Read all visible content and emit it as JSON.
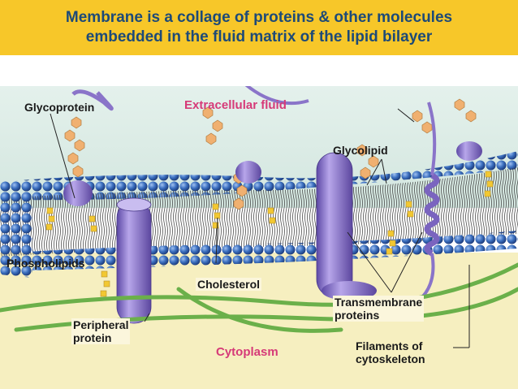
{
  "title": {
    "line1": "Membrane is a collage of proteins & other molecules",
    "line2": "embedded in the fluid matrix of the lipid bilayer"
  },
  "labels": {
    "glycoprotein": "Glycoprotein",
    "extracellular_fluid": "Extracellular fluid",
    "glycolipid": "Glycolipid",
    "phospholipids": "Phospholipids",
    "cholesterol": "Cholesterol",
    "transmembrane_line1": "Transmembrane",
    "transmembrane_line2": "proteins",
    "peripheral_line1": "Peripheral",
    "peripheral_line2": "protein",
    "cytoplasm": "Cytoplasm",
    "filaments_line1": "Filaments of",
    "filaments_line2": "cytoskeleton"
  },
  "colors": {
    "title_bar": "#f7c729",
    "title_text": "#1d4a78",
    "accent_label": "#d63a78",
    "head": "#3b6fbf",
    "protein": "#8a74c9",
    "cholesterol": "#f2c832",
    "carbohydrate": "#f0b070",
    "filament": "#6bb04a",
    "cytoplasm": "#f6efc0"
  }
}
